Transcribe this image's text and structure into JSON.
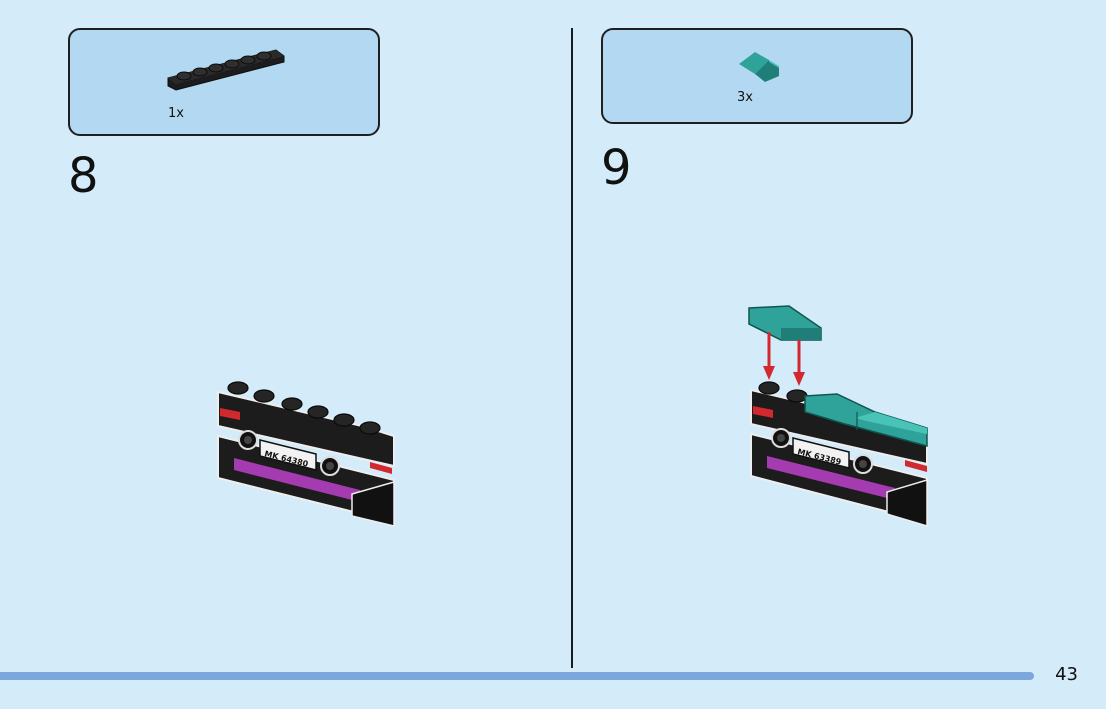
{
  "steps": [
    {
      "number": "8",
      "part_quantity": "1x",
      "part_icon": "black-1x6-plate-icon",
      "plate_label": "MK 64380"
    },
    {
      "number": "9",
      "part_quantity": "3x",
      "part_icon": "teal-slope-brick-icon",
      "plate_label": "MK 63389"
    }
  ],
  "page_number": "43",
  "colors": {
    "background": "#d4ebfa",
    "parts_box": "#b3d9f2",
    "bottom_bar": "#7ba7dc",
    "brick_black": "#1c1c1c",
    "teal": "#2fa39a",
    "magenta_stripe": "#a43bb0",
    "red_accent": "#d2292f",
    "arrow_red": "#d2292f"
  }
}
